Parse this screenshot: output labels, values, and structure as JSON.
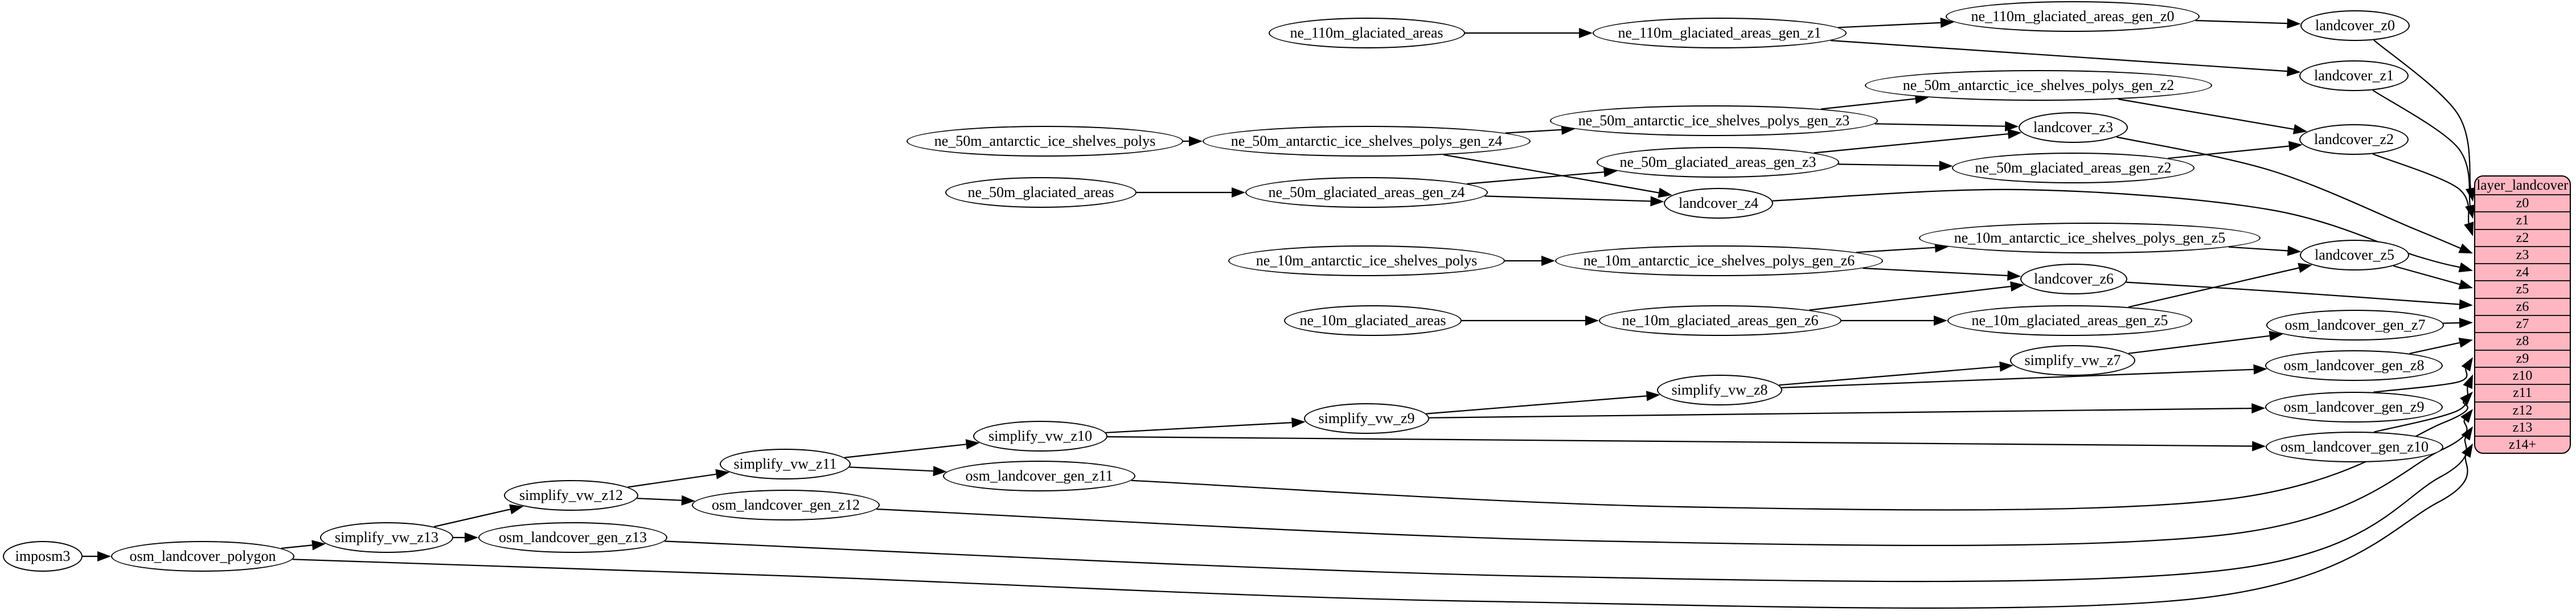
{
  "colors": {
    "background": "#ffffff",
    "node_fill": "#ffffff",
    "node_border": "#000000",
    "edge": "#000000",
    "table_fill": "#ffb6c1",
    "table_border": "#000000",
    "text": "#000000"
  },
  "nodes": [
    "ne_110m_glaciated_areas",
    "ne_110m_glaciated_areas_gen_z1",
    "ne_110m_glaciated_areas_gen_z0",
    "landcover_z0",
    "landcover_z1",
    "ne_50m_antarctic_ice_shelves_polys",
    "ne_50m_antarctic_ice_shelves_polys_gen_z4",
    "ne_50m_antarctic_ice_shelves_polys_gen_z3",
    "ne_50m_antarctic_ice_shelves_polys_gen_z2",
    "ne_50m_glaciated_areas",
    "ne_50m_glaciated_areas_gen_z4",
    "ne_50m_glaciated_areas_gen_z3",
    "ne_50m_glaciated_areas_gen_z2",
    "landcover_z2",
    "landcover_z3",
    "landcover_z4",
    "ne_10m_antarctic_ice_shelves_polys",
    "ne_10m_antarctic_ice_shelves_polys_gen_z6",
    "ne_10m_antarctic_ice_shelves_polys_gen_z5",
    "ne_10m_glaciated_areas",
    "ne_10m_glaciated_areas_gen_z6",
    "ne_10m_glaciated_areas_gen_z5",
    "landcover_z5",
    "landcover_z6",
    "osm_landcover_gen_z7",
    "osm_landcover_gen_z8",
    "osm_landcover_gen_z9",
    "osm_landcover_gen_z10",
    "osm_landcover_gen_z11",
    "osm_landcover_gen_z12",
    "osm_landcover_gen_z13",
    "simplify_vw_z7",
    "simplify_vw_z8",
    "simplify_vw_z9",
    "simplify_vw_z10",
    "simplify_vw_z11",
    "simplify_vw_z12",
    "simplify_vw_z13",
    "imposm3",
    "osm_landcover_polygon"
  ],
  "edges": [
    [
      "ne_110m_glaciated_areas",
      "ne_110m_glaciated_areas_gen_z1"
    ],
    [
      "ne_110m_glaciated_areas_gen_z1",
      "ne_110m_glaciated_areas_gen_z0"
    ],
    [
      "ne_110m_glaciated_areas_gen_z1",
      "landcover_z1"
    ],
    [
      "ne_110m_glaciated_areas_gen_z0",
      "landcover_z0"
    ],
    [
      "ne_50m_antarctic_ice_shelves_polys",
      "ne_50m_antarctic_ice_shelves_polys_gen_z4"
    ],
    [
      "ne_50m_antarctic_ice_shelves_polys_gen_z4",
      "ne_50m_antarctic_ice_shelves_polys_gen_z3"
    ],
    [
      "ne_50m_antarctic_ice_shelves_polys_gen_z4",
      "landcover_z4"
    ],
    [
      "ne_50m_antarctic_ice_shelves_polys_gen_z3",
      "ne_50m_antarctic_ice_shelves_polys_gen_z2"
    ],
    [
      "ne_50m_antarctic_ice_shelves_polys_gen_z3",
      "landcover_z3"
    ],
    [
      "ne_50m_antarctic_ice_shelves_polys_gen_z2",
      "landcover_z2"
    ],
    [
      "ne_50m_glaciated_areas",
      "ne_50m_glaciated_areas_gen_z4"
    ],
    [
      "ne_50m_glaciated_areas_gen_z4",
      "ne_50m_glaciated_areas_gen_z3"
    ],
    [
      "ne_50m_glaciated_areas_gen_z4",
      "landcover_z4"
    ],
    [
      "ne_50m_glaciated_areas_gen_z3",
      "ne_50m_glaciated_areas_gen_z2"
    ],
    [
      "ne_50m_glaciated_areas_gen_z3",
      "landcover_z3"
    ],
    [
      "ne_50m_glaciated_areas_gen_z2",
      "landcover_z2"
    ],
    [
      "ne_10m_antarctic_ice_shelves_polys",
      "ne_10m_antarctic_ice_shelves_polys_gen_z6"
    ],
    [
      "ne_10m_antarctic_ice_shelves_polys_gen_z6",
      "ne_10m_antarctic_ice_shelves_polys_gen_z5"
    ],
    [
      "ne_10m_antarctic_ice_shelves_polys_gen_z6",
      "landcover_z6"
    ],
    [
      "ne_10m_antarctic_ice_shelves_polys_gen_z5",
      "landcover_z5"
    ],
    [
      "ne_10m_glaciated_areas",
      "ne_10m_glaciated_areas_gen_z6"
    ],
    [
      "ne_10m_glaciated_areas_gen_z6",
      "ne_10m_glaciated_areas_gen_z5"
    ],
    [
      "ne_10m_glaciated_areas_gen_z6",
      "landcover_z6"
    ],
    [
      "ne_10m_glaciated_areas_gen_z5",
      "landcover_z5"
    ],
    [
      "imposm3",
      "osm_landcover_polygon"
    ],
    [
      "osm_landcover_polygon",
      "simplify_vw_z13"
    ],
    [
      "simplify_vw_z13",
      "osm_landcover_gen_z13"
    ],
    [
      "simplify_vw_z13",
      "simplify_vw_z12"
    ],
    [
      "simplify_vw_z12",
      "osm_landcover_gen_z12"
    ],
    [
      "simplify_vw_z12",
      "simplify_vw_z11"
    ],
    [
      "simplify_vw_z11",
      "osm_landcover_gen_z11"
    ],
    [
      "simplify_vw_z11",
      "simplify_vw_z10"
    ],
    [
      "simplify_vw_z10",
      "osm_landcover_gen_z10"
    ],
    [
      "simplify_vw_z10",
      "simplify_vw_z9"
    ],
    [
      "simplify_vw_z9",
      "osm_landcover_gen_z9"
    ],
    [
      "simplify_vw_z9",
      "simplify_vw_z8"
    ],
    [
      "simplify_vw_z8",
      "osm_landcover_gen_z8"
    ],
    [
      "simplify_vw_z8",
      "simplify_vw_z7"
    ],
    [
      "simplify_vw_z7",
      "osm_landcover_gen_z7"
    ]
  ],
  "table": {
    "title": "layer_landcover",
    "rows": [
      "z0",
      "z1",
      "z2",
      "z3",
      "z4",
      "z5",
      "z6",
      "z7",
      "z8",
      "z9",
      "z10",
      "z11",
      "z12",
      "z13",
      "z14+"
    ]
  },
  "table_edges": [
    [
      "landcover_z0",
      "z0"
    ],
    [
      "landcover_z1",
      "z1"
    ],
    [
      "landcover_z2",
      "z2"
    ],
    [
      "landcover_z3",
      "z3"
    ],
    [
      "landcover_z4",
      "z4"
    ],
    [
      "landcover_z5",
      "z5"
    ],
    [
      "landcover_z6",
      "z6"
    ],
    [
      "osm_landcover_gen_z7",
      "z7"
    ],
    [
      "osm_landcover_gen_z8",
      "z8"
    ],
    [
      "osm_landcover_gen_z9",
      "z9"
    ],
    [
      "osm_landcover_gen_z10",
      "z10"
    ],
    [
      "osm_landcover_gen_z11",
      "z11"
    ],
    [
      "osm_landcover_gen_z12",
      "z12"
    ],
    [
      "osm_landcover_gen_z13",
      "z13"
    ],
    [
      "osm_landcover_polygon",
      "z14+"
    ]
  ]
}
